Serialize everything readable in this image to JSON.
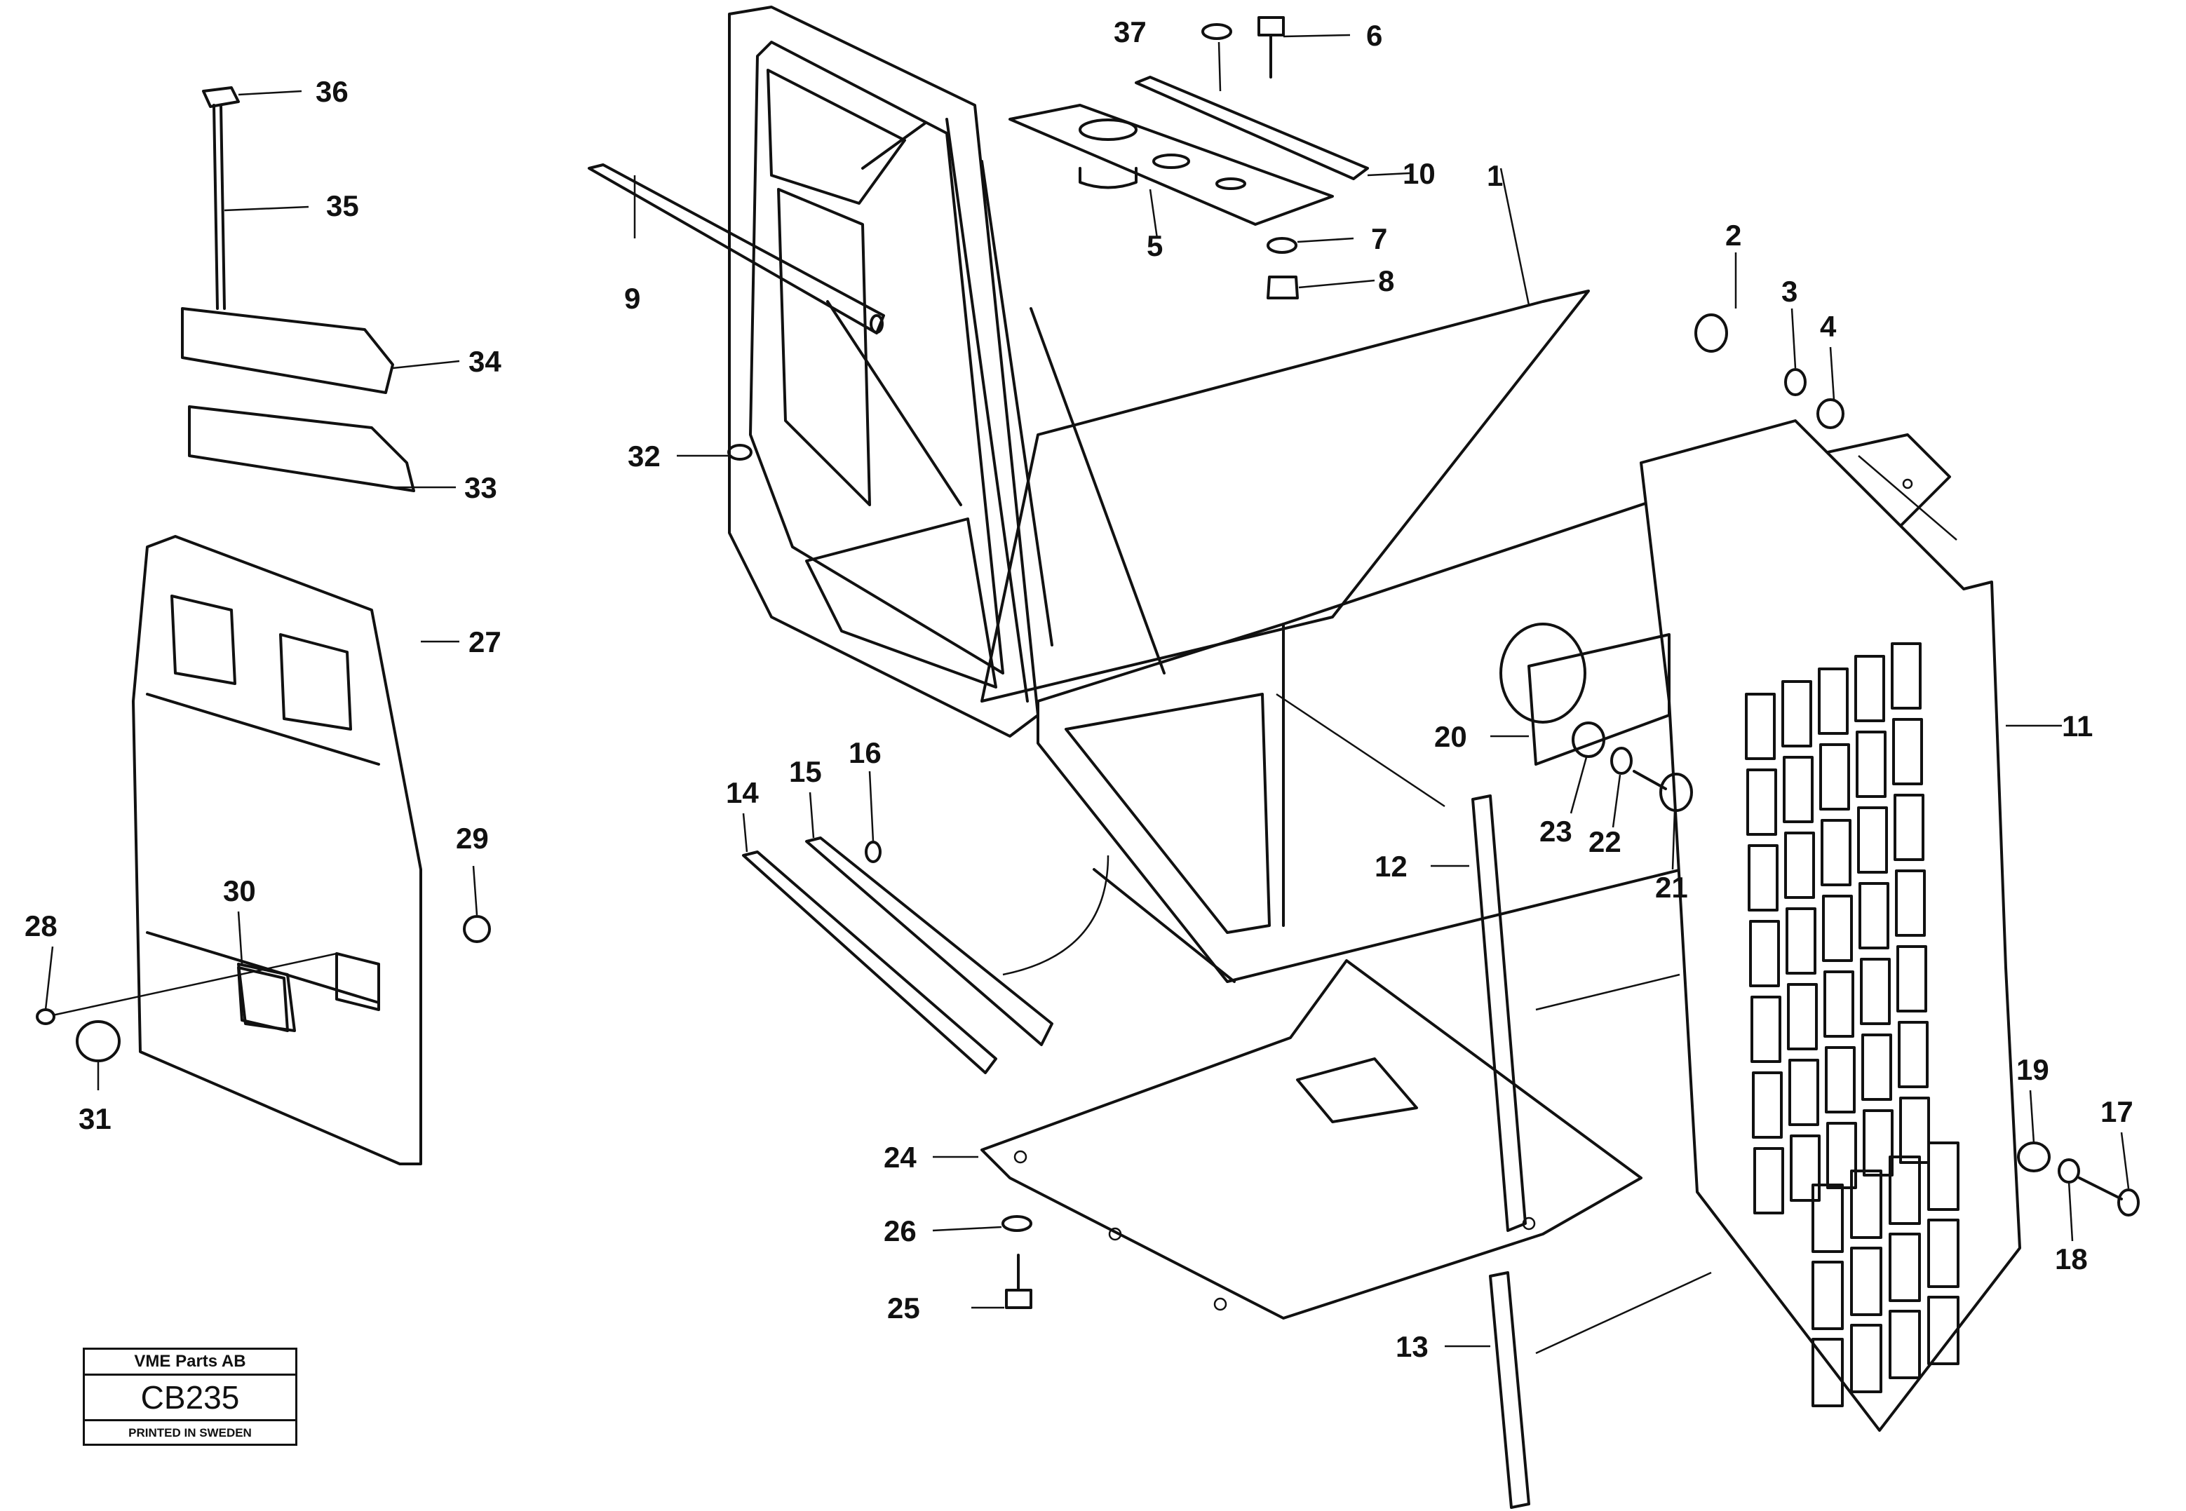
{
  "callouts": {
    "c1": "1",
    "c2": "2",
    "c3": "3",
    "c4": "4",
    "c5": "5",
    "c6": "6",
    "c7": "7",
    "c8": "8",
    "c9": "9",
    "c10": "10",
    "c11": "11",
    "c12": "12",
    "c13": "13",
    "c14": "14",
    "c15": "15",
    "c16": "16",
    "c17": "17",
    "c18": "18",
    "c19": "19",
    "c20": "20",
    "c21": "21",
    "c22": "22",
    "c23": "23",
    "c24": "24",
    "c25": "25",
    "c26": "26",
    "c27": "27",
    "c28": "28",
    "c29": "29",
    "c30": "30",
    "c31": "31",
    "c32": "32",
    "c33": "33",
    "c34": "34",
    "c35": "35",
    "c36": "36",
    "c37": "37"
  },
  "title_block": {
    "company": "VME Parts AB",
    "code": "CB235",
    "printed": "PRINTED IN SWEDEN"
  }
}
